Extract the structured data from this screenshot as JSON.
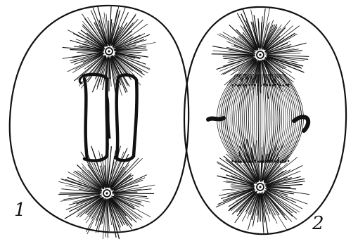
{
  "figure": {
    "panels": [
      {
        "id": "cell-1",
        "label": "1"
      },
      {
        "id": "cell-2",
        "label": "2"
      }
    ],
    "ink_color": "#111111",
    "paper_color": "#ffffff"
  }
}
